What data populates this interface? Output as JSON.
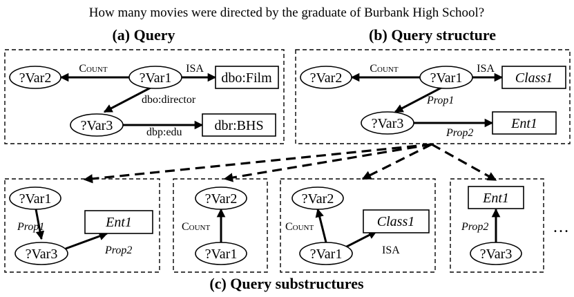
{
  "question": "How many movies were directed by the graduate of Burbank High School?",
  "panel_a": {
    "title": "(a) Query",
    "nodes": {
      "var2": "?Var2",
      "var1": "?Var1",
      "film": "dbo:Film",
      "var3": "?Var3",
      "bhs": "dbr:BHS"
    },
    "edges": {
      "count": "Count",
      "isa": "ISA",
      "director": "dbo:director",
      "edu": "dbp:edu"
    }
  },
  "panel_b": {
    "title": "(b) Query structure",
    "nodes": {
      "var2": "?Var2",
      "var1": "?Var1",
      "class1": "Class1",
      "var3": "?Var3",
      "ent1": "Ent1"
    },
    "edges": {
      "count": "Count",
      "isa": "ISA",
      "prop1": "Prop1",
      "prop2": "Prop2"
    }
  },
  "panel_c": {
    "title": "(c) Query substructures",
    "sub1": {
      "var1": "?Var1",
      "var3": "?Var3",
      "ent1": "Ent1",
      "prop1": "Prop1",
      "prop2": "Prop2"
    },
    "sub2": {
      "var2": "?Var2",
      "var1": "?Var1",
      "count": "Count"
    },
    "sub3": {
      "var2": "?Var2",
      "class1": "Class1",
      "var1": "?Var1",
      "count": "Count",
      "isa": "ISA"
    },
    "sub4": {
      "ent1": "Ent1",
      "var3": "?Var3",
      "prop2": "Prop2"
    },
    "ellipsis": "…"
  }
}
